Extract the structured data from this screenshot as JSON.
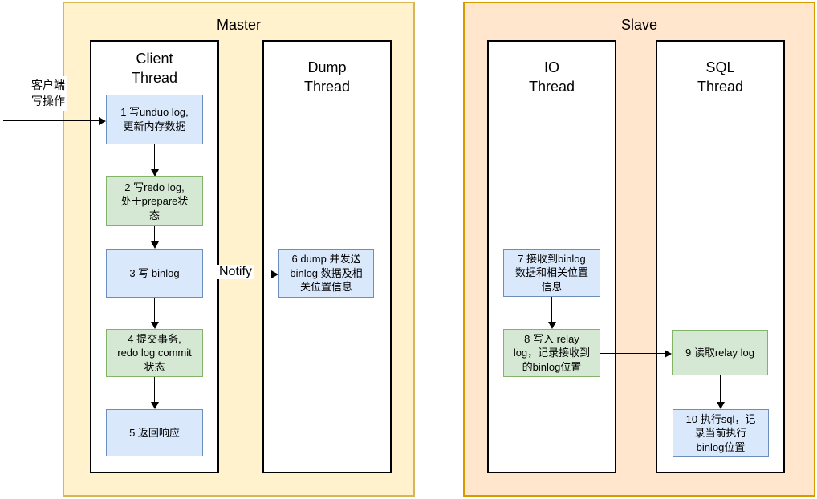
{
  "master": {
    "label": "Master"
  },
  "slave": {
    "label": "Slave"
  },
  "threads": {
    "client": {
      "label": "Client\nThread"
    },
    "dump": {
      "label": "Dump\nThread"
    },
    "io": {
      "label": "IO\nThread"
    },
    "sql": {
      "label": "SQL\nThread"
    }
  },
  "steps": {
    "s1": {
      "color": "blue",
      "text": "1 写unduo log,\n更新内存数据"
    },
    "s2": {
      "color": "green",
      "text": "2 写redo log,\n处于prepare状\n态"
    },
    "s3": {
      "color": "blue",
      "text": "3 写 binlog"
    },
    "s4": {
      "color": "green",
      "text": "4 提交事务,\nredo log commit\n状态"
    },
    "s5": {
      "color": "blue",
      "text": "5 返回响应"
    },
    "s6": {
      "color": "blue",
      "text": "6 dump 并发送\nbinlog 数据及相\n关位置信息"
    },
    "s7": {
      "color": "blue",
      "text": "7 接收到binlog\n数据和相关位置\n信息"
    },
    "s8": {
      "color": "green",
      "text": "8 写入 relay\nlog，记录接收到\n的binlog位置"
    },
    "s9": {
      "color": "green",
      "text": "9 读取relay log"
    },
    "s10": {
      "color": "blue",
      "text": "10 执行sql，记\n录当前执行\nbinlog位置"
    }
  },
  "labels": {
    "client_write": "客户端\n写操作",
    "notify": "Notify"
  },
  "colors": {
    "master_fill": "#FFF2CC",
    "master_border": "#D6B656",
    "slave_fill": "#FFE6CC",
    "slave_border": "#D79B00",
    "step_blue_fill": "#DAE8FC",
    "step_blue_border": "#6C8EBF",
    "step_green_fill": "#D5E8D4",
    "step_green_border": "#82B366",
    "line": "#000000"
  }
}
